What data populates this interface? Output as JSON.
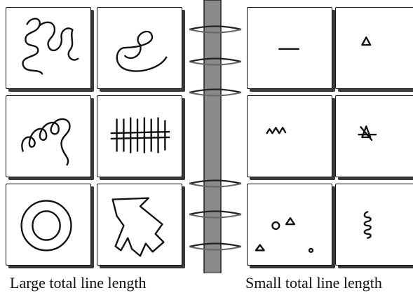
{
  "captions": {
    "left": "Large total line length",
    "right": "Small total line length"
  },
  "panels": {
    "left": [
      "squiggle-doodle",
      "curl-loop-doodle",
      "spiral-loops-doodle",
      "tally-marks-doodle",
      "concentric-circles-doodle",
      "jagged-arrow-shape-doodle"
    ],
    "right": [
      "short-dash-doodle",
      "small-triangle-doodle",
      "small-zigzag-doodle",
      "crossed-triangle-doodle",
      "scattered-shapes-doodle",
      "small-coil-doodle"
    ]
  },
  "binder_rings": 6
}
